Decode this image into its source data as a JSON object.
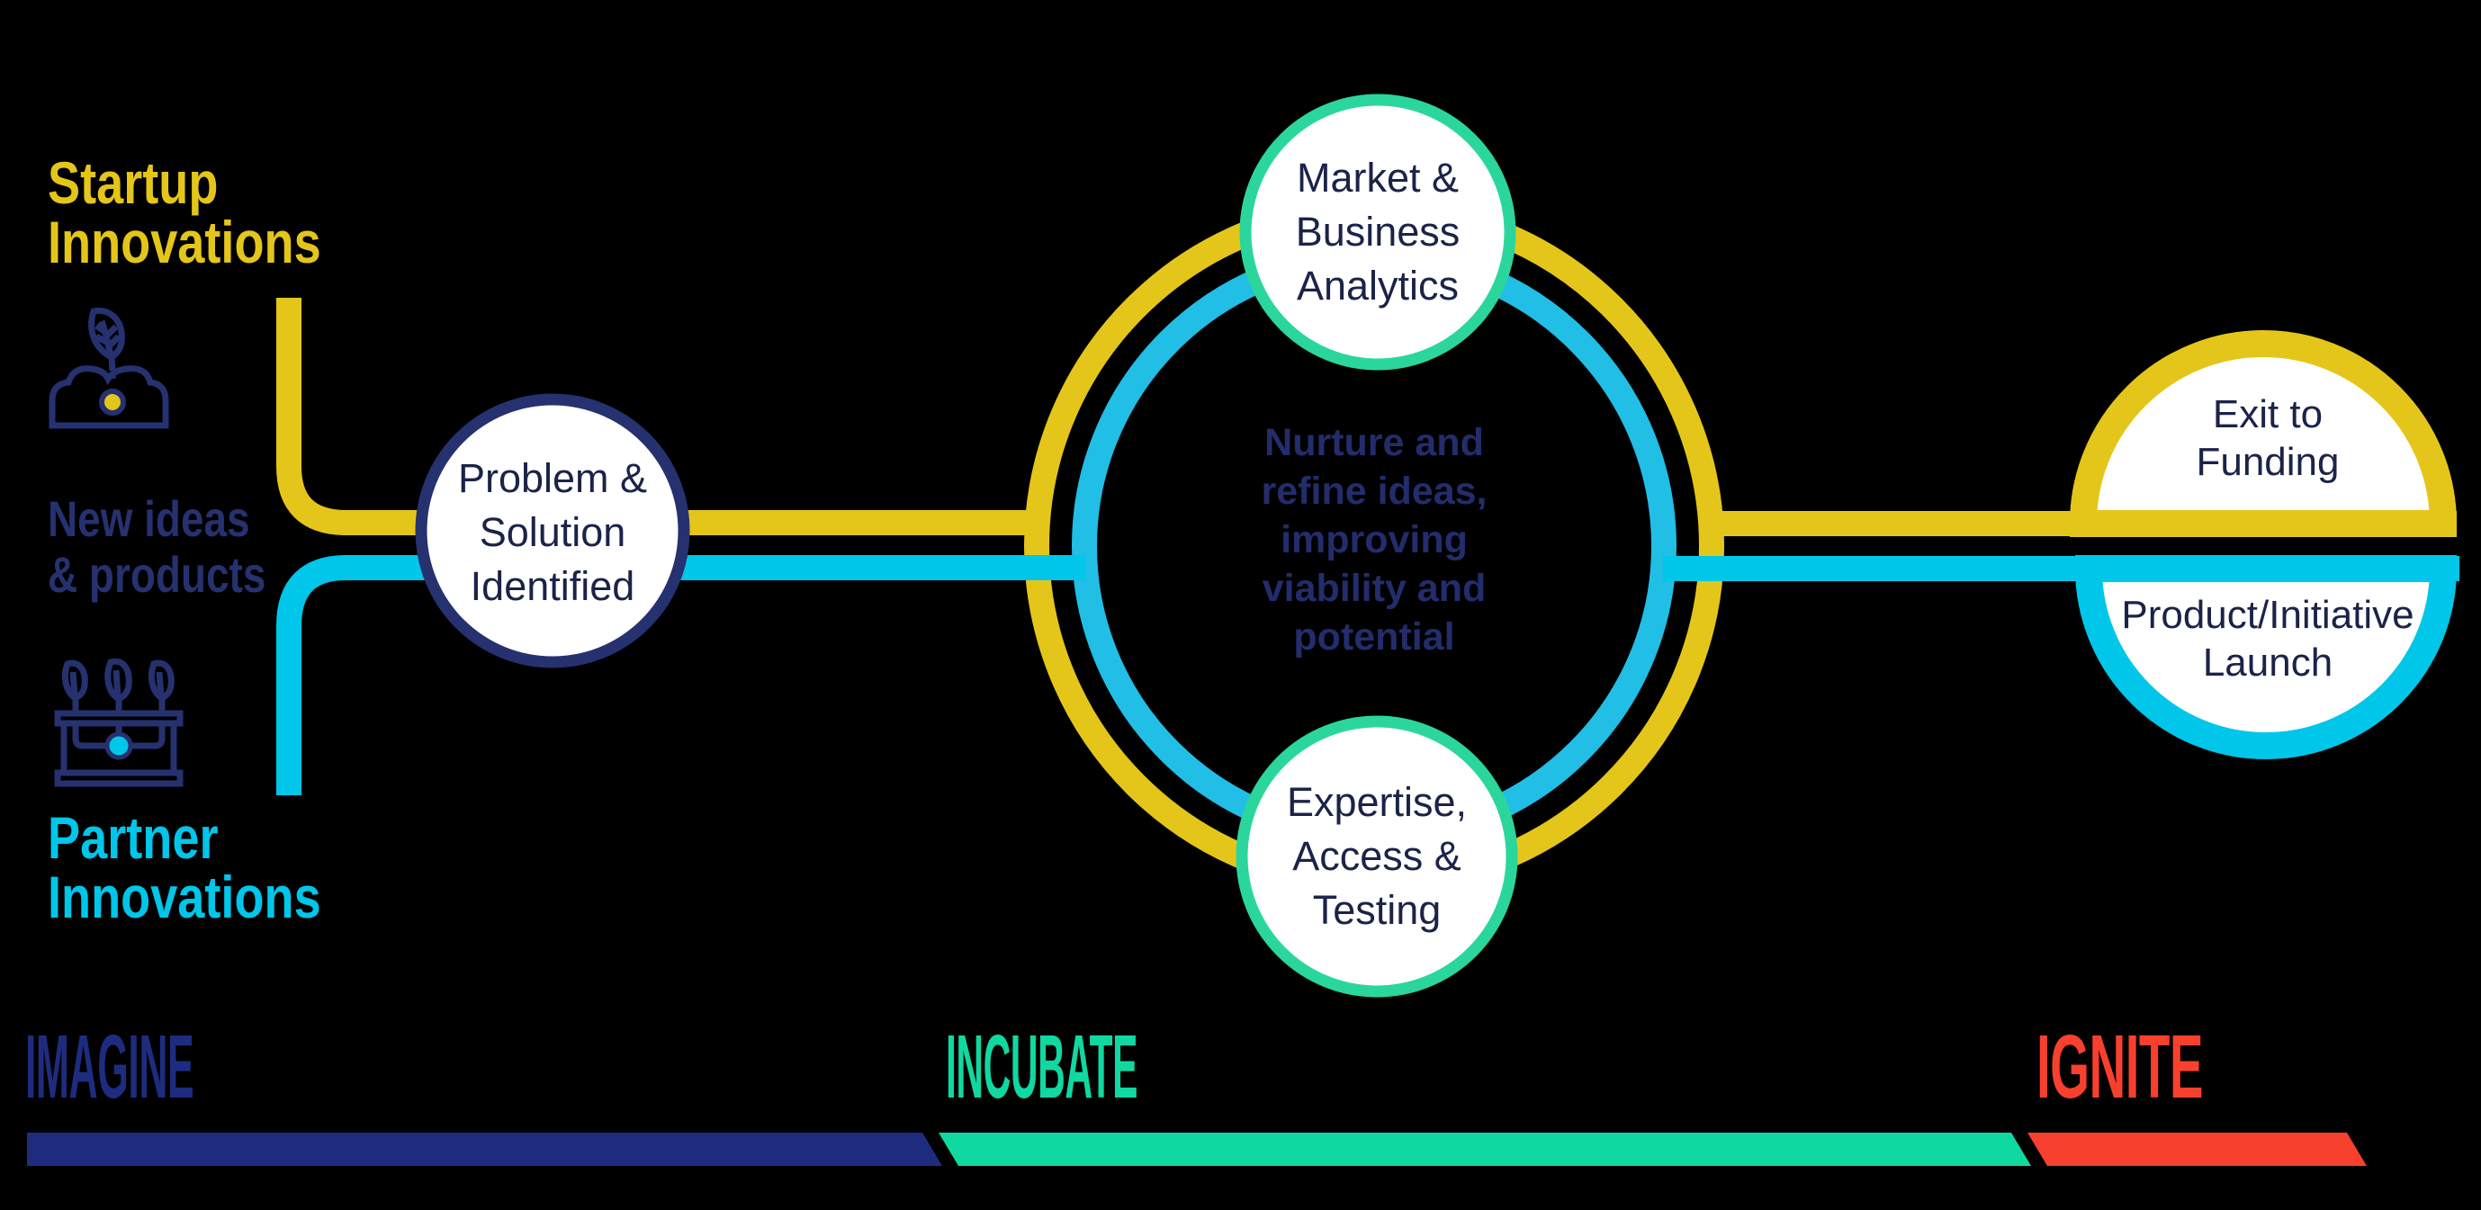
{
  "colors": {
    "background": "#000000",
    "yellow": "#E4C61A",
    "cyan": "#00C6E9",
    "cyan_ring": "#21BEE6",
    "navy": "#26316F",
    "text_navy": "#1B2348",
    "center_navy": "#232D6C",
    "green": "#2BD69C",
    "white": "#FFFFFF",
    "imagine_blue": "#1E2C7F",
    "incubate_green": "#10D8A1",
    "ignite_red": "#F7402D"
  },
  "left_column": {
    "startup": {
      "line1": "Startup",
      "line2": "Innovations"
    },
    "new_ideas": {
      "line1": "New ideas",
      "line2": "& products"
    },
    "partner": {
      "line1": "Partner",
      "line2": "Innovations"
    },
    "icons": {
      "seedling": "seedling-icon",
      "planter": "planter-icon"
    }
  },
  "nodes": {
    "problem": {
      "line1": "Problem &",
      "line2": "Solution",
      "line3": "Identified"
    },
    "market": {
      "line1": "Market &",
      "line2": "Business",
      "line3": "Analytics"
    },
    "nurture": {
      "line1": "Nurture and",
      "line2": "refine ideas,",
      "line3": "improving",
      "line4": "viability and",
      "line5": "potential"
    },
    "expertise": {
      "line1": "Expertise,",
      "line2": "Access &",
      "line3": "Testing"
    },
    "exit_funding": {
      "line1": "Exit to",
      "line2": "Funding"
    },
    "product_launch": {
      "line1": "Product/Initiative",
      "line2": "Launch"
    }
  },
  "stages": {
    "imagine": {
      "label": "IMAGINE"
    },
    "incubate": {
      "label": "INCUBATE"
    },
    "ignite": {
      "label": "IGNITE"
    }
  }
}
